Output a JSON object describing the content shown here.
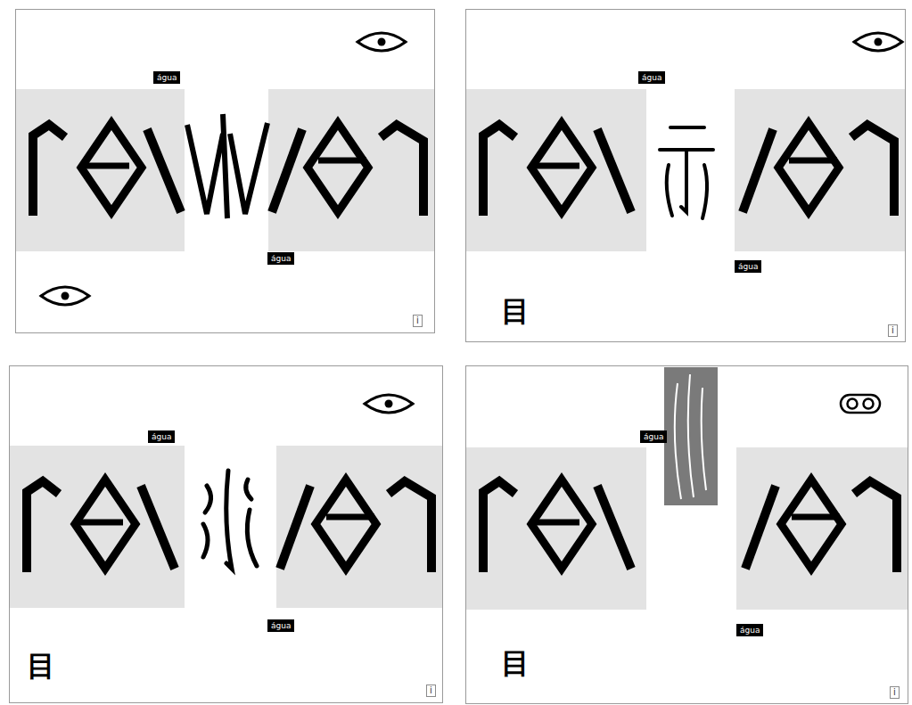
{
  "diagram": {
    "nodes": [
      {
        "text": [
          "água"
        ]
      },
      {
        "text": [
          "água"
        ]
      },
      {
        "text": [
          "i"
        ]
      },
      {
        "text": [
          "água"
        ]
      },
      {
        "text": [
          "água"
        ]
      },
      {
        "text": [
          "i"
        ]
      },
      {
        "text": [
          "água"
        ]
      },
      {
        "text": [
          "água"
        ]
      },
      {
        "text": [
          "i"
        ]
      },
      {
        "text": [
          "água"
        ]
      },
      {
        "text": [
          "água"
        ]
      },
      {
        "text": [
          "i"
        ]
      }
    ],
    "labels": [
      "目",
      "目",
      "目"
    ]
  }
}
